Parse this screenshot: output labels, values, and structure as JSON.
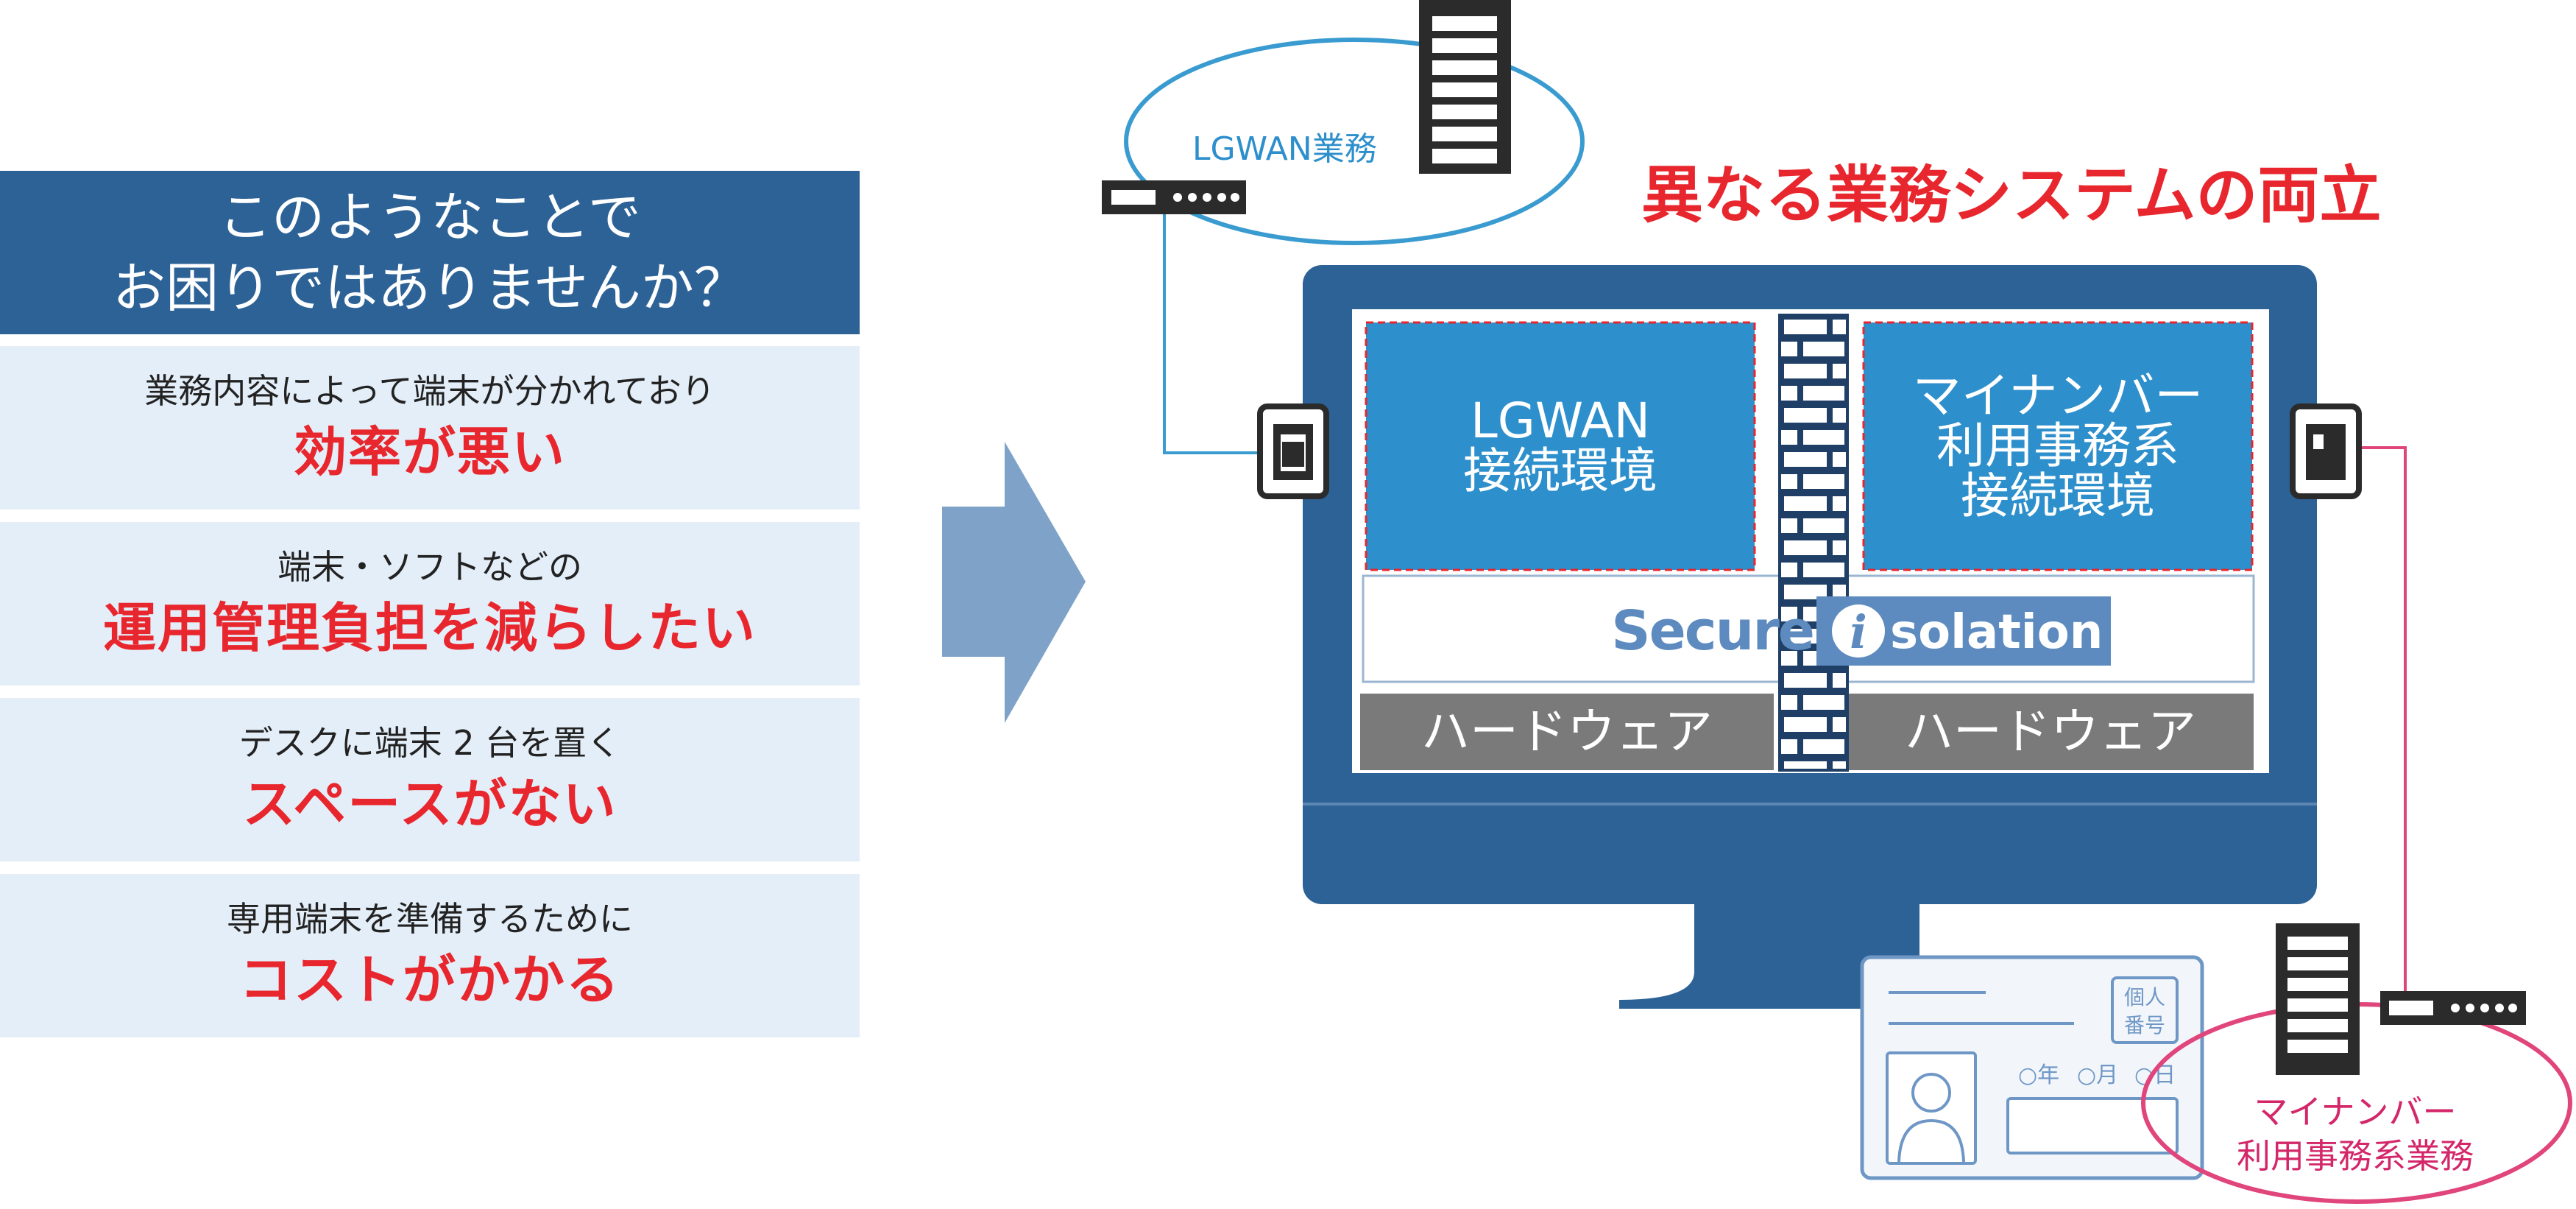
{
  "left_panel": {
    "header_line1": "このようなことで",
    "header_line2": "お困りではありませんか？",
    "items": [
      {
        "sub": "業務内容によって端末が分かれており",
        "main": "効率が悪い"
      },
      {
        "sub": "端末・ソフトなどの",
        "main": "運用管理負担を減らしたい"
      },
      {
        "sub": "デスクに端末 2 台を置く",
        "main": "スペースがない"
      },
      {
        "sub": "専用端末を準備するために",
        "main": "コストがかかる"
      }
    ]
  },
  "diagram": {
    "title": "異なる業務システムの両立",
    "lgwan_cloud_label": "LGWAN業務",
    "mynumber_cloud_line1": "マイナンバー",
    "mynumber_cloud_line2": "利用事務系業務",
    "env_left_line1": "LGWAN",
    "env_left_line2": "接続環境",
    "env_right_line1": "マイナンバー",
    "env_right_line2": "利用事務系",
    "env_right_line3": "接続環境",
    "brand_secure": "Secure",
    "brand_i": "i",
    "brand_isolation": "solation",
    "hardware_left": "ハードウェア",
    "hardware_right": "ハードウェア",
    "card_label_line1": "個人",
    "card_label_line2": "番号",
    "card_date_year": "○年",
    "card_date_month": "○月",
    "card_date_day": "○日"
  },
  "colors": {
    "header_blue": "#2d6296",
    "item_bg": "#e4eef8",
    "accent_red": "#e8262d",
    "monitor_blue": "#2d6296",
    "env_blue": "#2d8fcb",
    "lgwan_line": "#3a9bd0",
    "mynumber_line": "#e0457b",
    "hardware_gray": "#7a7a7a",
    "arrow_blue": "#7fa3c8"
  },
  "icons": [
    "server-icon",
    "router-icon",
    "ethernet-port-icon",
    "brick-wall-icon",
    "id-card-icon",
    "arrow-right-icon"
  ]
}
